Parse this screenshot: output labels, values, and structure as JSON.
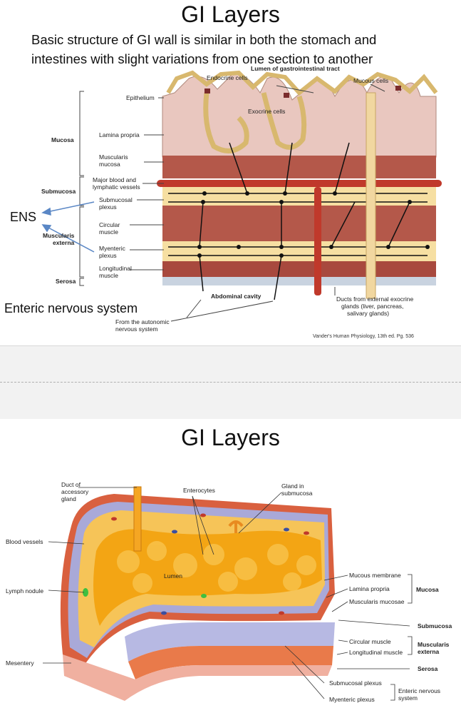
{
  "slide1": {
    "title": "GI Layers",
    "subtitle_line1": "Basic structure of GI wall is similar in both the stomach and",
    "subtitle_line2": "intestines with slight variations from one section to another",
    "ens_label": "ENS",
    "enteric_label": "Enteric nervous system",
    "citation": "Vander's Human Physiology, 13th ed. Pg. 536",
    "diagram_labels": {
      "lumen": "Lumen of gastrointestinal tract",
      "endocrine": "Endocrine cells",
      "mucous": "Mucous cells",
      "exocrine": "Exocrine cells",
      "epithelium": "Epithelium",
      "mucosa": "Mucosa",
      "lamina_propria": "Lamina propria",
      "muscularis_mucosa_1": "Muscularis",
      "muscularis_mucosa_2": "mucosa",
      "major_vessels_1": "Major blood and",
      "major_vessels_2": "lymphatic vessels",
      "submucosa": "Submucosa",
      "submucosal_plexus_1": "Submucosal",
      "submucosal_plexus_2": "plexus",
      "circular_1": "Circular",
      "circular_2": "muscle",
      "muscularis_externa_1": "Muscularis",
      "muscularis_externa_2": "externa",
      "myenteric_1": "Myenteric",
      "myenteric_2": "plexus",
      "longitudinal_1": "Longitudinal",
      "longitudinal_2": "muscle",
      "serosa": "Serosa",
      "abdominal_cavity": "Abdominal cavity",
      "autonomic_1": "From the autonomic",
      "autonomic_2": "nervous system",
      "ducts_1": "Ducts from external exocrine",
      "ducts_2": "glands (liver, pancreas,",
      "ducts_3": "salivary glands)"
    }
  },
  "slide2": {
    "title": "GI Layers",
    "diagram_labels": {
      "duct_1": "Duct of",
      "duct_2": "accessory",
      "duct_3": "gland",
      "enterocytes": "Enterocytes",
      "gland_1": "Gland in",
      "gland_2": "submucosa",
      "blood_vessels": "Blood vessels",
      "lumen": "Lumen",
      "lymph_nodule": "Lymph nodule",
      "mesentery": "Mesentery",
      "mucous_membrane": "Mucous membrane",
      "lamina_propria": "Lamina propria",
      "muscularis_mucosae": "Muscularis mucosae",
      "mucosa": "Mucosa",
      "submucosa": "Submucosa",
      "circular_muscle": "Circular muscle",
      "longitudinal_muscle": "Longitudinal muscle",
      "muscularis_externa_1": "Muscularis",
      "muscularis_externa_2": "externa",
      "serosa": "Serosa",
      "submucosal_plexus": "Submucosal plexus",
      "myenteric_plexus": "Myenteric plexus",
      "enteric_1": "Enteric nervous",
      "enteric_2": "system"
    }
  }
}
